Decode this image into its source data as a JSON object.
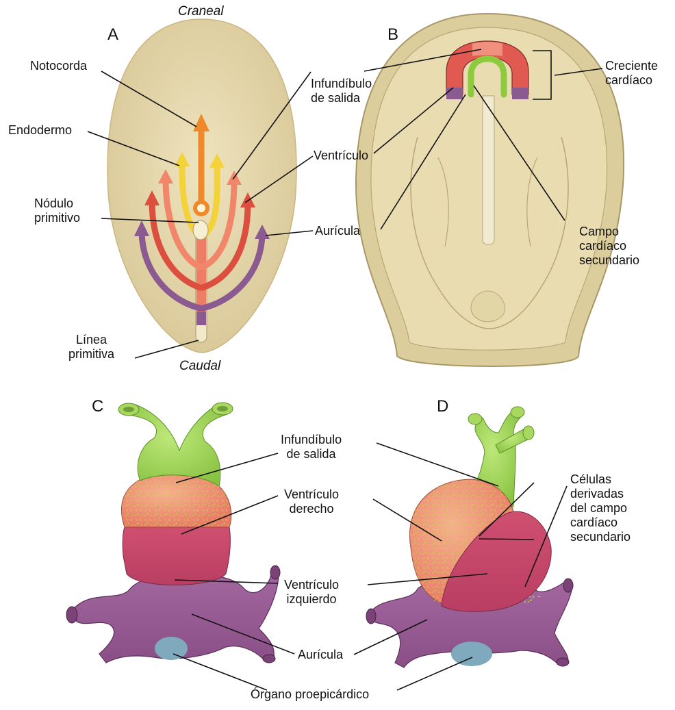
{
  "panels": {
    "a": "A",
    "b": "B",
    "c": "C",
    "d": "D"
  },
  "orientation": {
    "cranial": "Craneal",
    "caudal": "Caudal"
  },
  "panel_a": {
    "notochord": "Notocorda",
    "endoderm": "Endodermo",
    "node": [
      "Nódulo",
      "primitivo"
    ],
    "streak": [
      "Línea",
      "primitiva"
    ]
  },
  "shared_ab": {
    "outflow": [
      "Infundíbulo",
      "de salida"
    ],
    "ventricle": "Ventrículo",
    "atrium": "Aurícula"
  },
  "panel_b": {
    "crescent": [
      "Creciente",
      "cardíaco"
    ],
    "shf": [
      "Campo",
      "cardíaco",
      "secundario"
    ]
  },
  "panel_cd": {
    "outflow": [
      "Infundíbulo",
      "de salida"
    ],
    "right_ventricle": [
      "Ventrículo",
      "derecho"
    ],
    "left_ventricle": [
      "Ventrículo",
      "izquierdo"
    ],
    "atrium": "Aurícula",
    "shf_cells": [
      "Células",
      "derivadas",
      "del campo",
      "cardíaco",
      "secundario"
    ],
    "proepicardial": "Órgano proepicárdico"
  },
  "colors": {
    "embryo": "#e6d7a8",
    "notochord_arrow": "#ef8a2a",
    "yellow_arrow": "#f3d23a",
    "salmon_arrow": "#f2866a",
    "red_arrow": "#dc4f3e",
    "purple_arrow": "#8a5a90",
    "outflow_green": "#9bd34f",
    "right_ventricle": "#f0907a",
    "left_ventricle": "#c94a6c",
    "atrium_purple": "#9a5c93",
    "proepicardial_blue": "#7fa9bd"
  }
}
